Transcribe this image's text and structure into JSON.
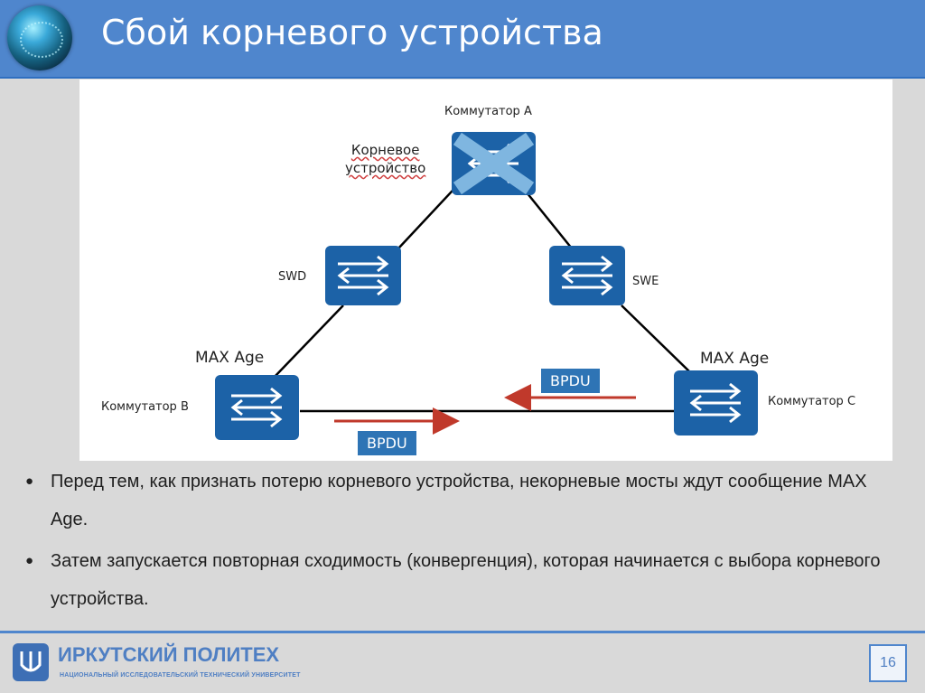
{
  "slide": {
    "title": "Сбой корневого устройства",
    "page_number": "16"
  },
  "diagram": {
    "switch_a_label": "Коммутатор A",
    "root_label_line1": "Корневое",
    "root_label_line2": "устройство",
    "swd_label": "SWD",
    "swe_label": "SWE",
    "max_age_left": "MAX Age",
    "max_age_right": "MAX Age",
    "switch_b_label": "Коммутатор B",
    "switch_c_label": "Коммутатор C",
    "bpdu_top": "BPDU",
    "bpdu_bottom": "BPDU",
    "colors": {
      "switch_blue": "#1c62a7",
      "arrow_red": "#c0392b",
      "fail_cross": "#7fb6e0"
    }
  },
  "bullets": [
    "Перед тем, как признать потерю корневого устройства, некорневые мосты ждут сообщение MAX Age.",
    "Затем запускается повторная сходимость (конвергенция), которая начинается с выбора корневого устройства."
  ],
  "footer": {
    "logo_title": "ИРКУТСКИЙ ПОЛИТЕХ",
    "logo_subtitle": "НАЦИОНАЛЬНЫЙ ИССЛЕДОВАТЕЛЬСКИЙ ТЕХНИЧЕСКИЙ УНИВЕРСИТЕТ"
  }
}
